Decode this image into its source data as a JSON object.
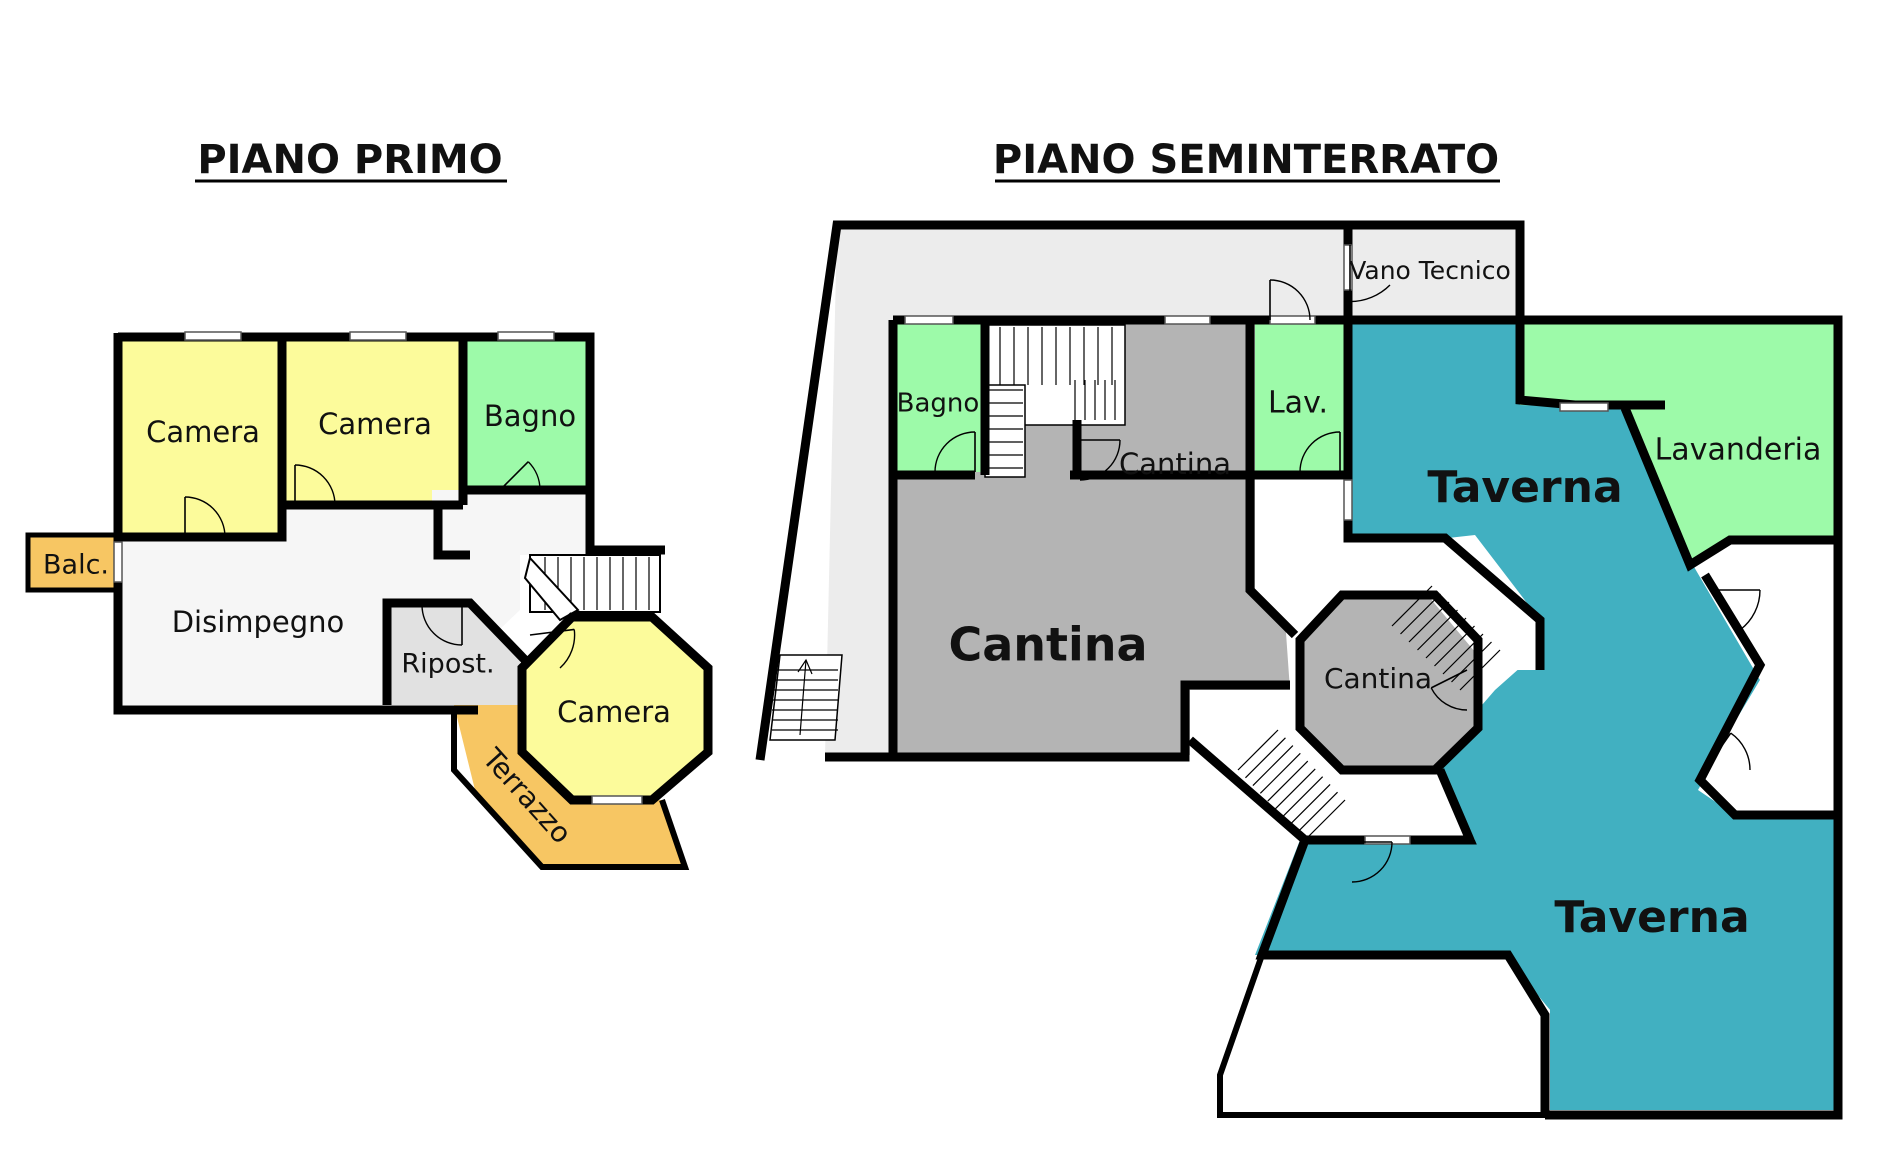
{
  "titles": {
    "first_floor": "PIANO PRIMO",
    "basement": "PIANO SEMINTERRATO"
  },
  "colors": {
    "bedroom": "#fcfb9b",
    "bathroom": "#9dfaa9",
    "outdoor": "#f7c663",
    "corridor": "#f6f6f6",
    "storage": "#e1e1e1",
    "cellar": "#b4b4b4",
    "tavern": "#41b0c1",
    "corridor_basement": "#ececec"
  },
  "first_floor": {
    "rooms": {
      "camera_1": "Camera",
      "camera_2": "Camera",
      "bagno": "Bagno",
      "balcone": "Balc.",
      "disimpegno": "Disimpegno",
      "ripostiglio": "Ripost.",
      "camera_3": "Camera",
      "terrazzo": "Terrazzo"
    }
  },
  "basement": {
    "rooms": {
      "vano_tecnico": "Vano Tecnico",
      "bagno": "Bagno",
      "cantina_small": "Cantina",
      "lav": "Lav.",
      "lavanderia": "Lavanderia",
      "taverna_1": "Taverna",
      "cantina_main": "Cantina",
      "cantina_octagon": "Cantina",
      "taverna_2": "Taverna"
    }
  }
}
